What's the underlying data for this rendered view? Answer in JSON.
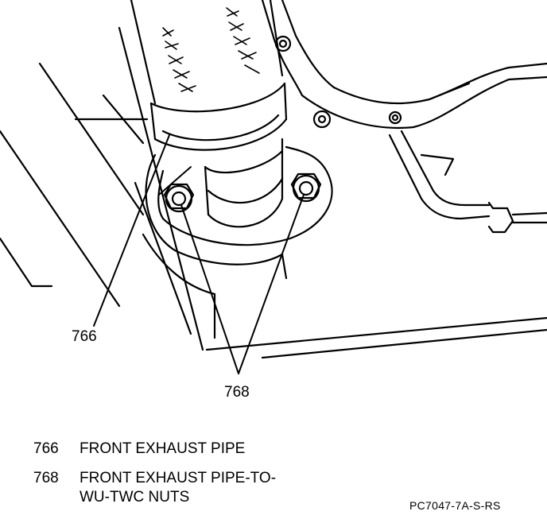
{
  "diagram": {
    "callouts": [
      {
        "id": "766",
        "label": "766"
      },
      {
        "id": "768",
        "label": "768"
      }
    ],
    "legend": [
      {
        "number": "766",
        "description": "FRONT EXHAUST PIPE"
      },
      {
        "number": "768",
        "description_line1": "FRONT EXHAUST PIPE-TO-",
        "description_line2": "WU-TWC NUTS"
      }
    ],
    "figure_code": "PC7047-7A-S-RS"
  }
}
